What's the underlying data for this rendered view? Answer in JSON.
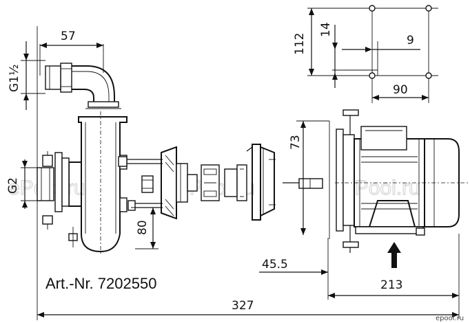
{
  "article": "Art.-Nr. 7202550",
  "dimensions": {
    "d57": "57",
    "d112": "112",
    "d14": "14",
    "d9": "9",
    "d90": "90",
    "d73": "73",
    "d80": "80",
    "d45_5": "45.5",
    "d213": "213",
    "d327": "327",
    "g1_half": "G1½",
    "g2": "G2"
  },
  "watermark": "ePool.ru",
  "logo": "epool.ru",
  "colors": {
    "line": "#111111",
    "watermark": "#c8c8c8",
    "background": "#ffffff"
  }
}
